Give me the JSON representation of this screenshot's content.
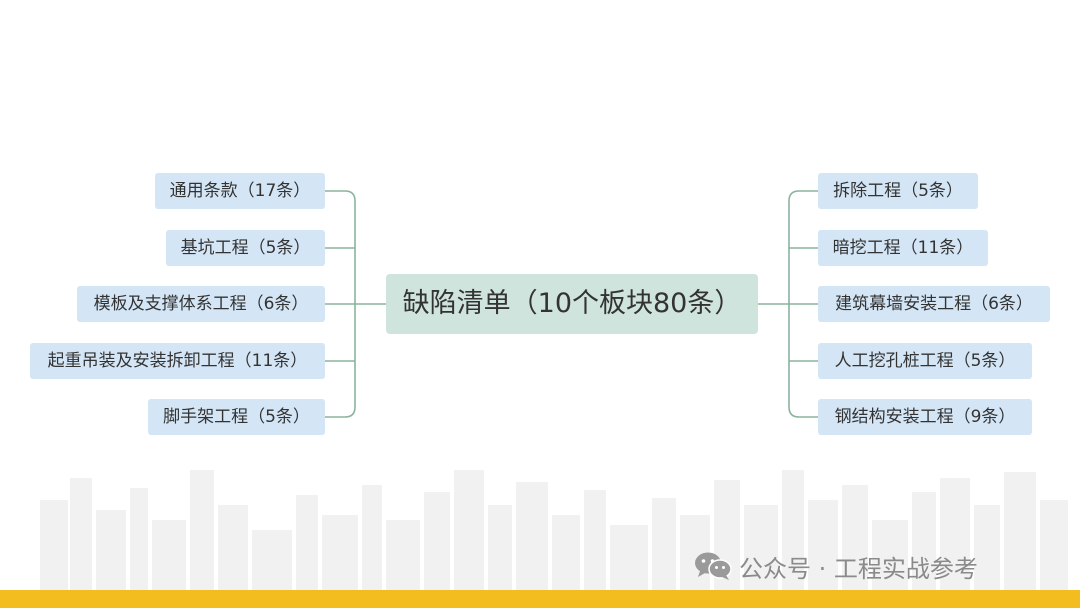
{
  "colors": {
    "node_bg": "#d4e6f6",
    "center_bg": "#cfe4dc",
    "connector": "#8ab49c",
    "bottom_bar": "#f3bd1f",
    "watermark": "#8a8a8a"
  },
  "mindmap": {
    "center": "缺陷清单（10个板块80条）",
    "left_branches": [
      "通用条款（17条）",
      "基坑工程（5条）",
      "模板及支撑体系工程（6条）",
      "起重吊装及安装拆卸工程（11条）",
      "脚手架工程（5条）"
    ],
    "right_branches": [
      "拆除工程（5条）",
      "暗挖工程（11条）",
      "建筑幕墙安装工程（6条）",
      "人工挖孔桩工程（5条）",
      "钢结构安装工程（9条）"
    ]
  },
  "watermark": {
    "icon": "wechat-icon",
    "text": "公众号 · 工程实战参考"
  }
}
